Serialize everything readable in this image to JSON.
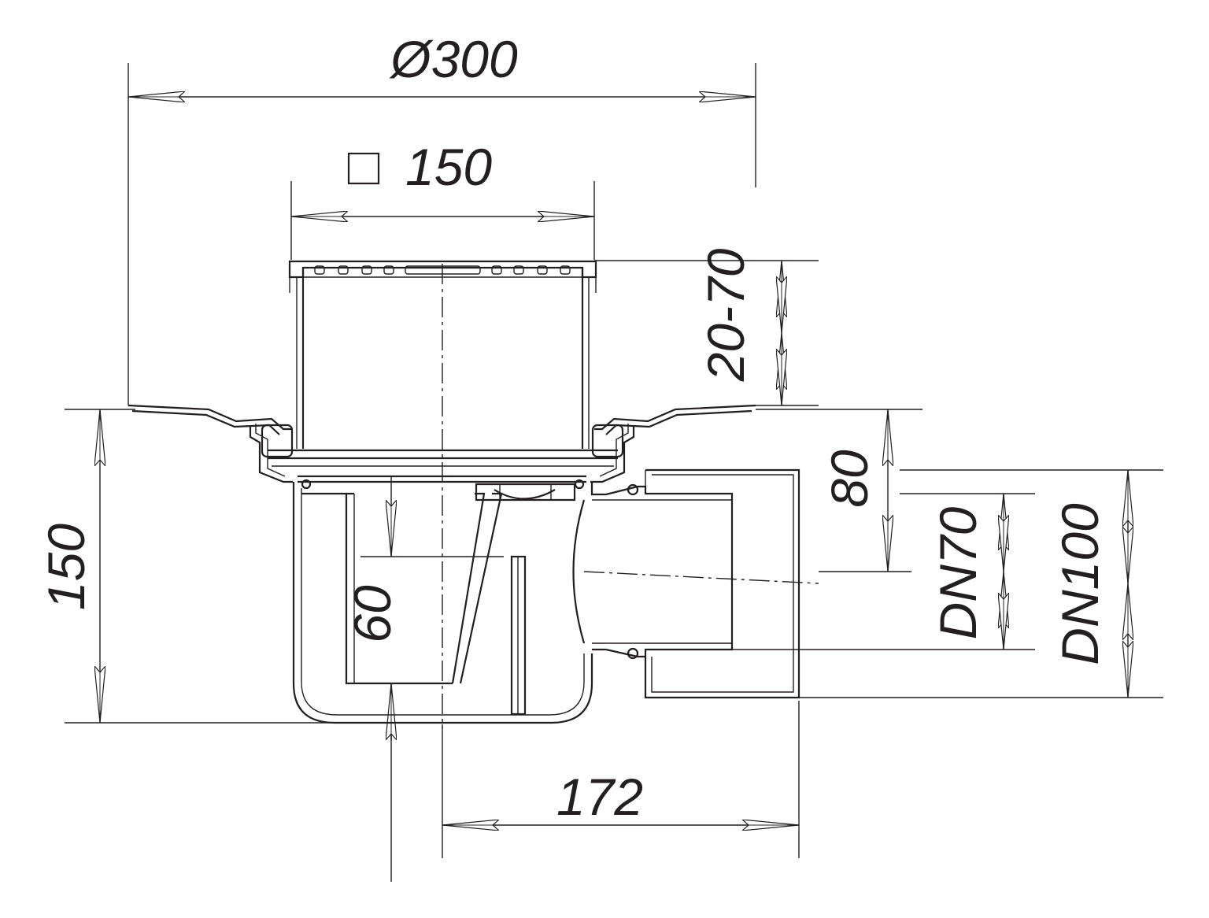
{
  "dimensions": {
    "outer_diameter": "Ø300",
    "grate_size": "150",
    "height_adjust": "20-70",
    "total_height": "150",
    "outlet_height": "80",
    "water_seal": "60",
    "outlet_offset": "172",
    "outlet_dn70": "DN70",
    "outlet_dn100": "DN100"
  },
  "colors": {
    "ink": "#231f20",
    "background": "#ffffff"
  }
}
